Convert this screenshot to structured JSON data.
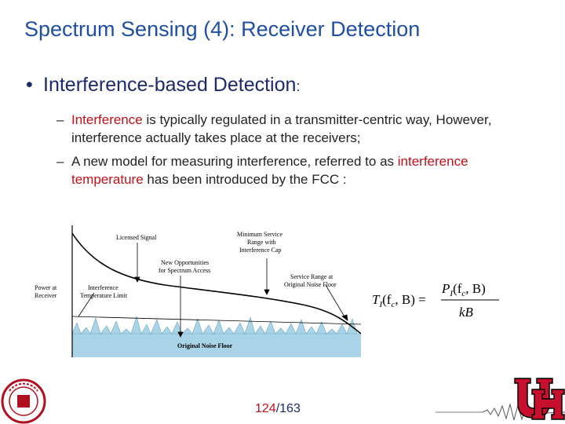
{
  "slide": {
    "title": "Spectrum Sensing (4): Receiver Detection",
    "bullet": {
      "text": "Interference-based Detection",
      "suffix": ":"
    },
    "subs": [
      {
        "red": "Interference",
        "rest": " is typically regulated in a transmitter-centric way, However, interference actually takes place at the receivers;"
      },
      {
        "pre": "A new model for measuring interference, referred to as ",
        "red": "interference temperature",
        "post": " has been introduced by the FCC :"
      }
    ],
    "page": {
      "current": "124",
      "sep": "/",
      "total": "163"
    }
  },
  "figure": {
    "labels": {
      "licensed_signal": "Licensed Signal",
      "min_service": [
        "Minimum Service",
        "Range with",
        "Interference Cap"
      ],
      "new_opps": [
        "New Opportunities",
        "for Spectrum Access"
      ],
      "power": [
        "Power at",
        "Receiver"
      ],
      "interference_limit": [
        "Interference",
        "Temperature Limit"
      ],
      "service_range": [
        "Service Range at",
        "Original Noise Floor"
      ],
      "noise_floor": "Original Noise Floor"
    }
  },
  "formula": {
    "lhs": "T",
    "lhs_sub": "I",
    "lhs_args": "(f",
    "lhs_args_sub": "c",
    "lhs_tail": ", B) =",
    "num": "P",
    "num_sub": "I",
    "num_args": "(f",
    "num_args_sub": "c",
    "num_tail": ", B)",
    "den": "kB"
  },
  "colors": {
    "title": "#1f4fa3",
    "accent_red": "#c0101a",
    "noise": "#a9d3e6"
  }
}
